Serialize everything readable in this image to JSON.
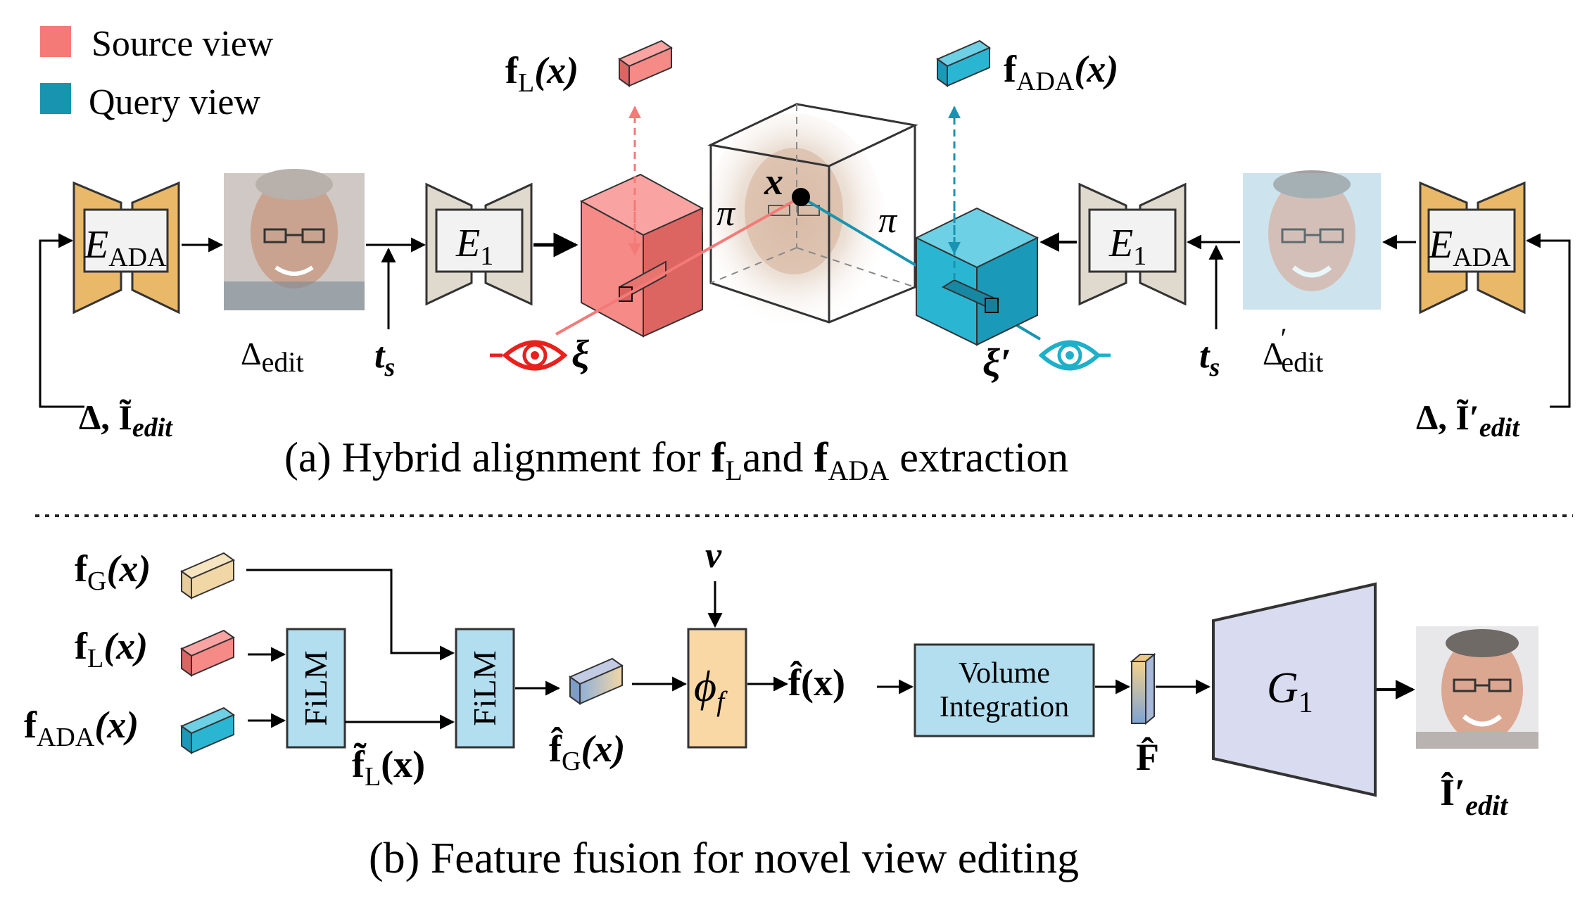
{
  "legend": {
    "source_label": "Source view",
    "query_label": "Query view",
    "source_color": "#f47a78",
    "query_color": "#1894b0"
  },
  "part_a": {
    "caption": "(a) Hybrid alignment for fL and fADA extraction",
    "caption_prefix": "(a) Hybrid alignment for ",
    "caption_and": "and ",
    "caption_suffix": " extraction",
    "encoder_ada_main": "E",
    "encoder_ada_sub": "ADA",
    "encoder_1_main": "E",
    "encoder_1_sub": "1",
    "f_main": "f",
    "fl_sub": "L",
    "fada_sub": "ADA",
    "x_arg": "(x)",
    "point_label": "x",
    "pi_label": "π",
    "xi_left": "ξ",
    "xi_right": "ξ′",
    "delta_edit_left": "edit",
    "delta_symbol": "Δ",
    "delta_edit_right": "edit",
    "t_main": "t",
    "t_sub": "s",
    "input_left_prefix": "Δ, ",
    "input_right_prefix": "Δ, ",
    "i_main": "Ĩ",
    "i_main_prime": "Ĩ′",
    "i_sub": "edit"
  },
  "part_b": {
    "caption": "(b) Feature fusion for novel view editing",
    "fg_sub": "G",
    "fl_sub": "L",
    "fada_sub": "ADA",
    "film_1": "FiLM",
    "film_2": "FiLM",
    "fl_tilde_main": "f̃",
    "fl_tilde_arg": "(x)",
    "fg_hat_main": "f̂",
    "v_label": "v",
    "phi_main": "ϕ",
    "phi_sub": "f",
    "f_hat_label": "f̂(x)",
    "volume_line1": "Volume",
    "volume_line2": "Integration",
    "F_hat": "F̂",
    "g1_main": "G",
    "g1_sub": "1",
    "output_main": "Î′",
    "output_sub": "edit"
  },
  "colors": {
    "encoder_ada": "#e9b868",
    "encoder_1": "#e0dace",
    "source_cube": "#f58a87",
    "query_cube": "#2ab6d2",
    "film_box": "#b2def0",
    "phi_box": "#f9d8a5",
    "volume_box": "#b2def0",
    "g1_box": "#d9dbf0"
  }
}
